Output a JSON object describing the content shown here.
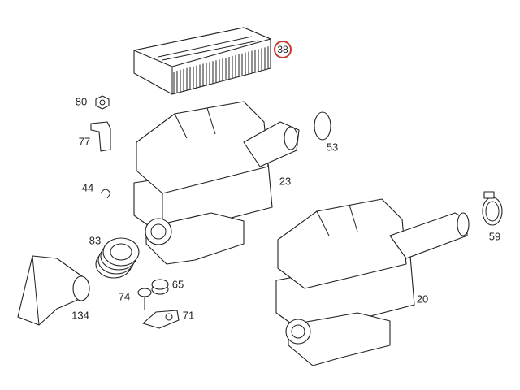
{
  "diagram": {
    "highlight_color": "#c0392b",
    "parts": [
      {
        "id": "38",
        "name": "air-filter-element",
        "highlighted": true
      },
      {
        "id": "80",
        "name": "nut"
      },
      {
        "id": "77",
        "name": "bracket"
      },
      {
        "id": "53",
        "name": "seal-ring"
      },
      {
        "id": "23",
        "name": "air-filter-housing-left"
      },
      {
        "id": "44",
        "name": "clamp"
      },
      {
        "id": "83",
        "name": "intake-bellows"
      },
      {
        "id": "59",
        "name": "hose-clamp"
      },
      {
        "id": "65",
        "name": "grommet"
      },
      {
        "id": "74",
        "name": "screw"
      },
      {
        "id": "71",
        "name": "mounting-bracket"
      },
      {
        "id": "134",
        "name": "air-intake-duct"
      },
      {
        "id": "20",
        "name": "air-filter-housing-right"
      }
    ]
  }
}
